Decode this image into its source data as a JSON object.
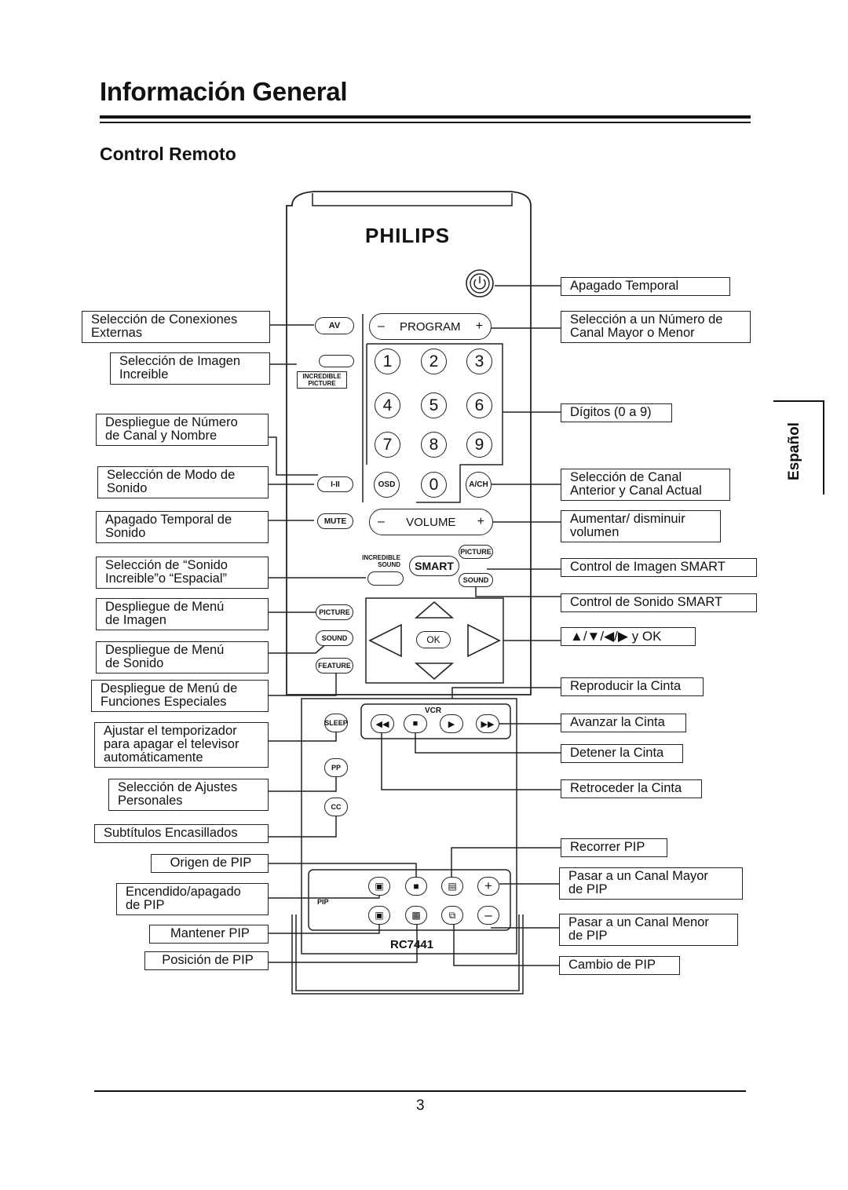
{
  "page": {
    "title": "Información General",
    "subtitle": "Control Remoto",
    "side_label": "Español",
    "page_number": "3"
  },
  "remote": {
    "brand": "PHILIPS",
    "model": "RC7441",
    "buttons": {
      "av": "AV",
      "incredible_picture": "INCREDIBLE PICTURE",
      "program_minus": "–",
      "program_label": "PROGRAM",
      "program_plus": "+",
      "digits": [
        "1",
        "2",
        "3",
        "4",
        "5",
        "6",
        "7",
        "8",
        "9",
        "0"
      ],
      "osd": "OSD",
      "ach": "A/CH",
      "sound_mode": "I-II",
      "mute": "MUTE",
      "volume_minus": "–",
      "volume_label": "VOLUME",
      "volume_plus": "+",
      "incredible_sound": "INCREDIBLE SOUND",
      "smart": "SMART",
      "smart_picture": "PICTURE",
      "smart_sound": "SOUND",
      "picture_menu": "PICTURE",
      "sound_menu": "SOUND",
      "feature_menu": "FEATURE",
      "ok": "OK",
      "vcr": "VCR",
      "sleep": "SLEEP",
      "pp": "PP",
      "cc": "CC",
      "pip": "PIP",
      "pip_plus": "+",
      "pip_minus": "–",
      "tape_rewind": "◀◀",
      "tape_stop": "■",
      "tape_play": "▶",
      "tape_ff": "▶▶"
    }
  },
  "callouts_left": {
    "conexiones": "Selección de Conexiones\nExternas",
    "imagen_increible": "Selección de Imagen\nIncreible",
    "numero_canal": "Despliegue de Número\nde Canal y Nombre",
    "modo_sonido": "Selección de Modo de\nSonido",
    "mute": "Apagado Temporal de\nSonido",
    "sonido_increible": "Selección de “Sonido\nIncreible”o “Espacial”",
    "menu_imagen": "Despliegue de Menú\nde Imagen",
    "menu_sonido": "Despliegue de Menú\nde Sonido",
    "menu_funciones": "Despliegue de Menú de\nFunciones Especiales",
    "temporizador": "Ajustar el temporizador\npara apagar el televisor\nautomáticamente",
    "ajustes": "Selección de Ajustes\nPersonales",
    "subtitulos": "Subtítulos Encasillados",
    "origen_pip": "Origen de PIP",
    "encendido_pip": "Encendido/apagado\nde PIP",
    "mantener_pip": "Mantener  PIP",
    "posicion_pip": "Posición de PIP"
  },
  "callouts_right": {
    "apagado": "Apagado Temporal",
    "numero_mayor_menor": "Selección a un Número de\nCanal Mayor o Menor",
    "digitos": "Dígitos (0 a 9)",
    "canal_anterior": "Selección de Canal\nAnterior y Canal Actual",
    "volumen": "Aumentar/ disminuir\nvolumen",
    "imagen_smart": "Control de Imagen SMART",
    "sonido_smart": "Control de Sonido SMART",
    "flechas": "▲/▼/◀/▶  y OK",
    "reproducir": "Reproducir la Cinta",
    "avanzar": "Avanzar la Cinta",
    "detener": "Detener la Cinta",
    "retroceder": "Retroceder la Cinta",
    "recorrer_pip": "Recorrer  PIP",
    "pip_mayor": "Pasar a un Canal Mayor\nde PIP",
    "pip_menor": "Pasar a un Canal Menor\nde PIP",
    "cambio_pip": "Cambio de PIP"
  }
}
